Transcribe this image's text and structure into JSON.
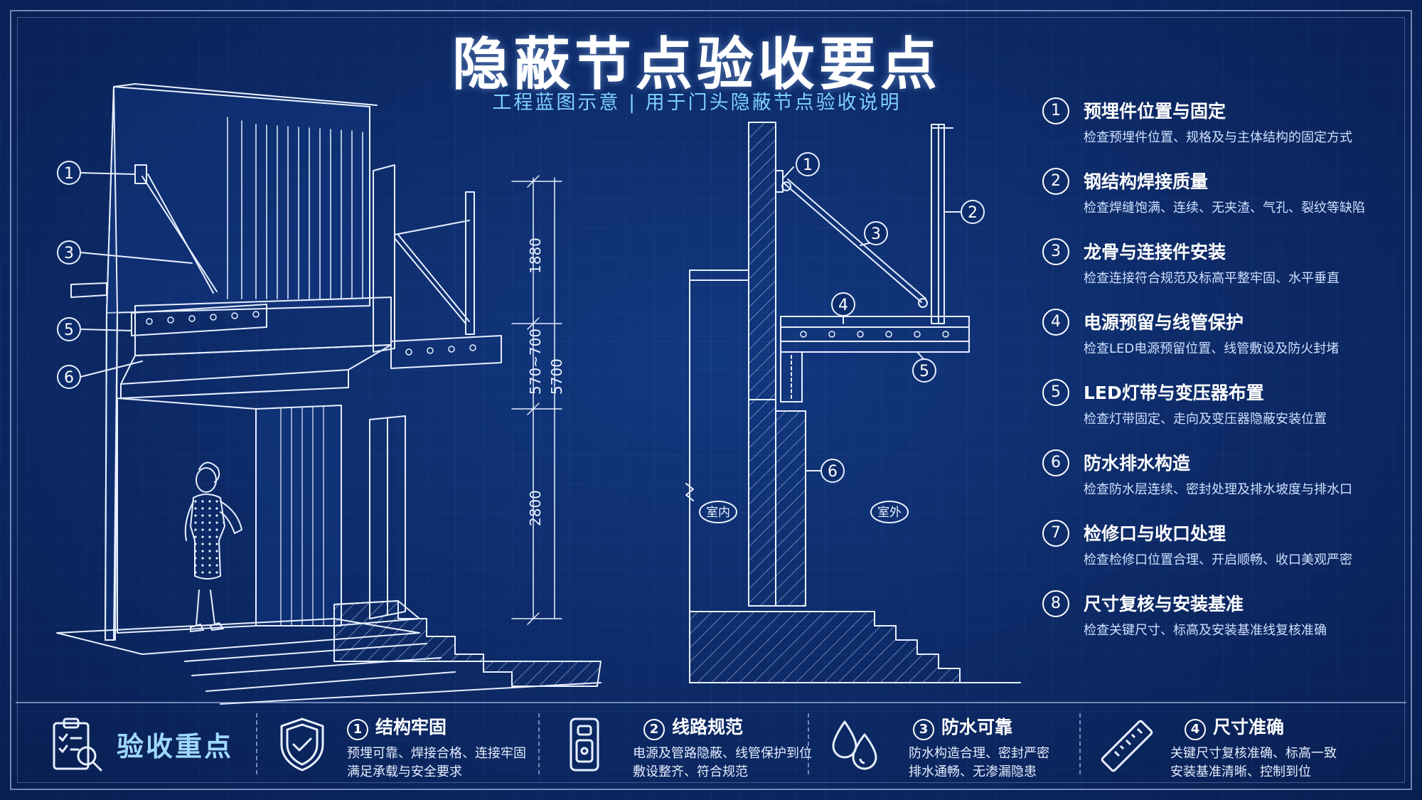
{
  "title": "隐蔽节点验收要点",
  "subtitle": "工程蓝图示意 | 用于门头隐蔽节点验收说明",
  "checklist": [
    {
      "num": "1",
      "title": "预埋件位置与固定",
      "desc": "检查预埋件位置、规格及与主体结构的固定方式"
    },
    {
      "num": "2",
      "title": "钢结构焊接质量",
      "desc": "检查焊缝饱满、连续、无夹渣、气孔、裂纹等缺陷"
    },
    {
      "num": "3",
      "title": "龙骨与连接件安装",
      "desc": "检查连接符合规范及标高平整牢固、水平垂直"
    },
    {
      "num": "4",
      "title": "电源预留与线管保护",
      "desc": "检查LED电源预留位置、线管敷设及防火封堵"
    },
    {
      "num": "5",
      "title": "LED灯带与变压器布置",
      "desc": "检查灯带固定、走向及变压器隐蔽安装位置"
    },
    {
      "num": "6",
      "title": "防水排水构造",
      "desc": "检查防水层连续、密封处理及排水坡度与排水口"
    },
    {
      "num": "7",
      "title": "检修口与收口处理",
      "desc": "检查检修口位置合理、开启顺畅、收口美观严密"
    },
    {
      "num": "8",
      "title": "尺寸复核与安装基准",
      "desc": "检查关键尺寸、标高及安装基准线复核准确"
    }
  ],
  "drawing": {
    "dimensions": [
      "1880",
      "570~700",
      "5700",
      "2800"
    ],
    "left_callouts": [
      "1",
      "3",
      "5",
      "6"
    ],
    "section_callouts": [
      "1",
      "2",
      "3",
      "4",
      "5",
      "6"
    ],
    "labels": {
      "indoor": "室内",
      "outdoor": "室外"
    }
  },
  "bottom": {
    "main_label": "验收重点",
    "sections": [
      {
        "num": "1",
        "title": "结构牢固",
        "lines": [
          "预埋可靠、焊接合格、连接牢固",
          "满足承载与安全要求"
        ],
        "icon": "shield-check-icon"
      },
      {
        "num": "2",
        "title": "线路规范",
        "lines": [
          "电源及管路隐蔽、线管保护到位",
          "敷设整齐、符合规范"
        ],
        "icon": "socket-icon"
      },
      {
        "num": "3",
        "title": "防水可靠",
        "lines": [
          "防水构造合理、密封严密",
          "排水通畅、无渗漏隐患"
        ],
        "icon": "water-drops-icon"
      },
      {
        "num": "4",
        "title": "尺寸准确",
        "lines": [
          "关键尺寸复核准确、标高一致",
          "安装基准清晰、控制到位"
        ],
        "icon": "ruler-icon"
      }
    ]
  },
  "colors": {
    "background": "#0c2b6a",
    "line": "#e8f0ff",
    "accent": "#7fd0ff"
  }
}
